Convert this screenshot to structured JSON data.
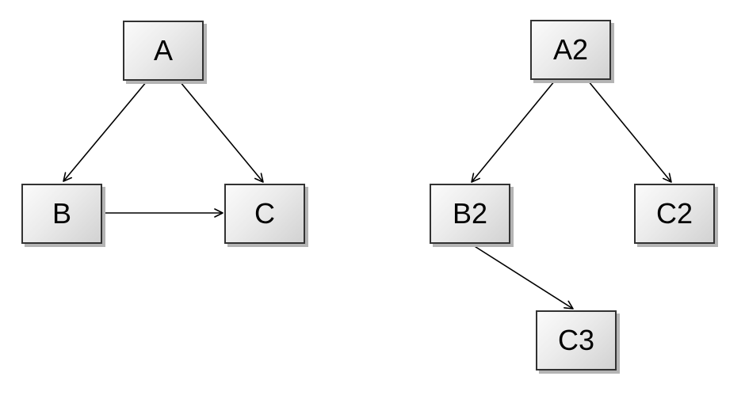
{
  "diagrams": {
    "left": {
      "nodes": [
        {
          "id": "A",
          "label": "A"
        },
        {
          "id": "B",
          "label": "B"
        },
        {
          "id": "C",
          "label": "C"
        }
      ],
      "edges": [
        {
          "from": "A",
          "to": "B"
        },
        {
          "from": "A",
          "to": "C"
        },
        {
          "from": "B",
          "to": "C"
        }
      ]
    },
    "right": {
      "nodes": [
        {
          "id": "A2",
          "label": "A2"
        },
        {
          "id": "B2",
          "label": "B2"
        },
        {
          "id": "C2",
          "label": "C2"
        },
        {
          "id": "C3",
          "label": "C3"
        }
      ],
      "edges": [
        {
          "from": "A2",
          "to": "B2"
        },
        {
          "from": "A2",
          "to": "C2"
        },
        {
          "from": "B2",
          "to": "C3"
        }
      ]
    }
  },
  "style": {
    "background": "#ffffff",
    "node_fill_light": "#fbfbfb",
    "node_fill_dark": "#d2d2d2",
    "node_border_color": "#323232",
    "node_shadow_color": "#b4b4b4",
    "edge_color": "#000000",
    "label_color": "#000000"
  }
}
